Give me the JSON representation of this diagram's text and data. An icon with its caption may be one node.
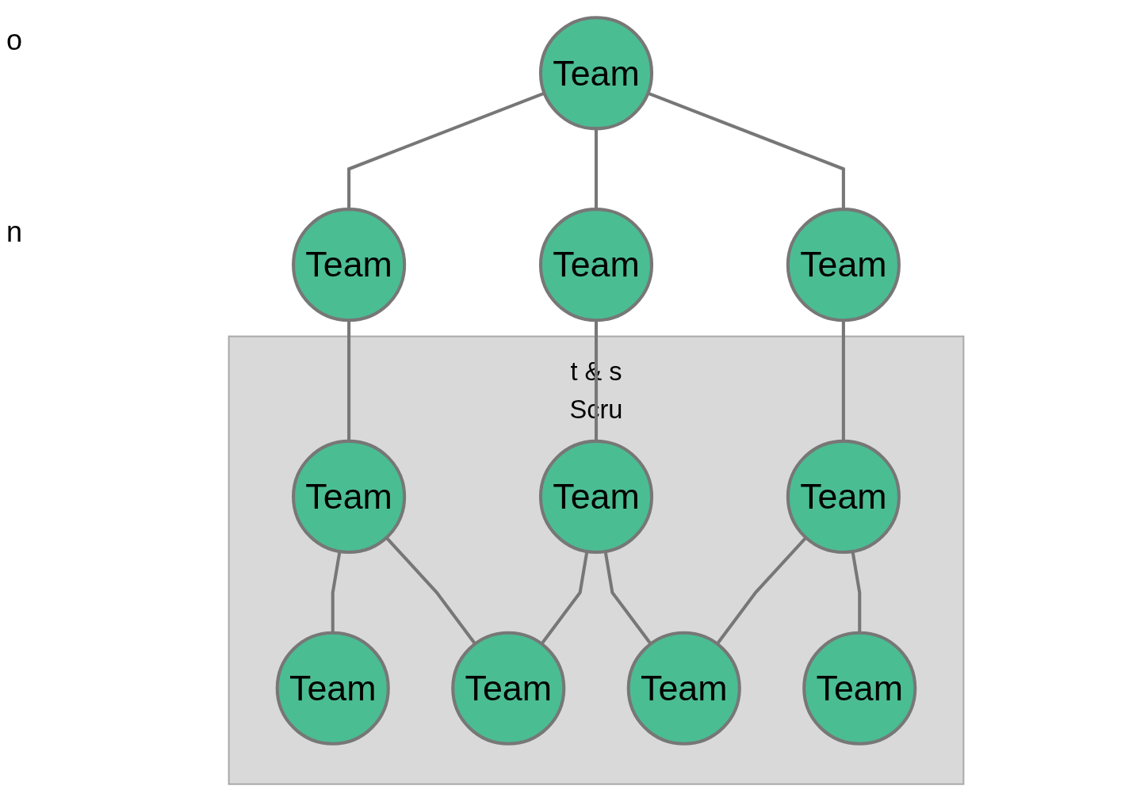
{
  "diagram": {
    "nodes": [
      {
        "text": [
          "Team"
        ]
      },
      {
        "text": [
          "Team"
        ]
      },
      {
        "text": [
          "Team"
        ]
      },
      {
        "text": [
          "Team"
        ]
      },
      {
        "text": [
          "t & s",
          "Scru"
        ]
      },
      {
        "text": [
          "Team"
        ],
        "in": 4
      },
      {
        "text": [
          "Team"
        ],
        "in": 4
      },
      {
        "text": [
          "Team"
        ],
        "in": 4
      },
      {
        "text": [
          "Team"
        ],
        "in": 4
      },
      {
        "text": [
          "Team"
        ],
        "in": 4
      },
      {
        "text": [
          "Team"
        ],
        "in": 4
      },
      {
        "text": [
          "Team"
        ],
        "in": 4
      }
    ],
    "edges": [
      {
        "from": 0,
        "to": 1,
        "arrow": "none"
      },
      {
        "from": 0,
        "to": 2,
        "arrow": "none"
      },
      {
        "from": 0,
        "to": 3,
        "arrow": "none"
      },
      {
        "from": 1,
        "to": 5,
        "arrow": "none"
      },
      {
        "from": 2,
        "to": 6,
        "arrow": "none"
      },
      {
        "from": 3,
        "to": 7,
        "arrow": "none"
      },
      {
        "from": 5,
        "to": 8,
        "arrow": "none"
      },
      {
        "from": 5,
        "to": 9,
        "arrow": "none"
      },
      {
        "from": 6,
        "to": 9,
        "arrow": "none"
      },
      {
        "from": 6,
        "to": 10,
        "arrow": "none"
      },
      {
        "from": 7,
        "to": 10,
        "arrow": "none"
      },
      {
        "from": 7,
        "to": 11,
        "arrow": "none"
      }
    ],
    "labels": [
      "o",
      "n"
    ]
  }
}
